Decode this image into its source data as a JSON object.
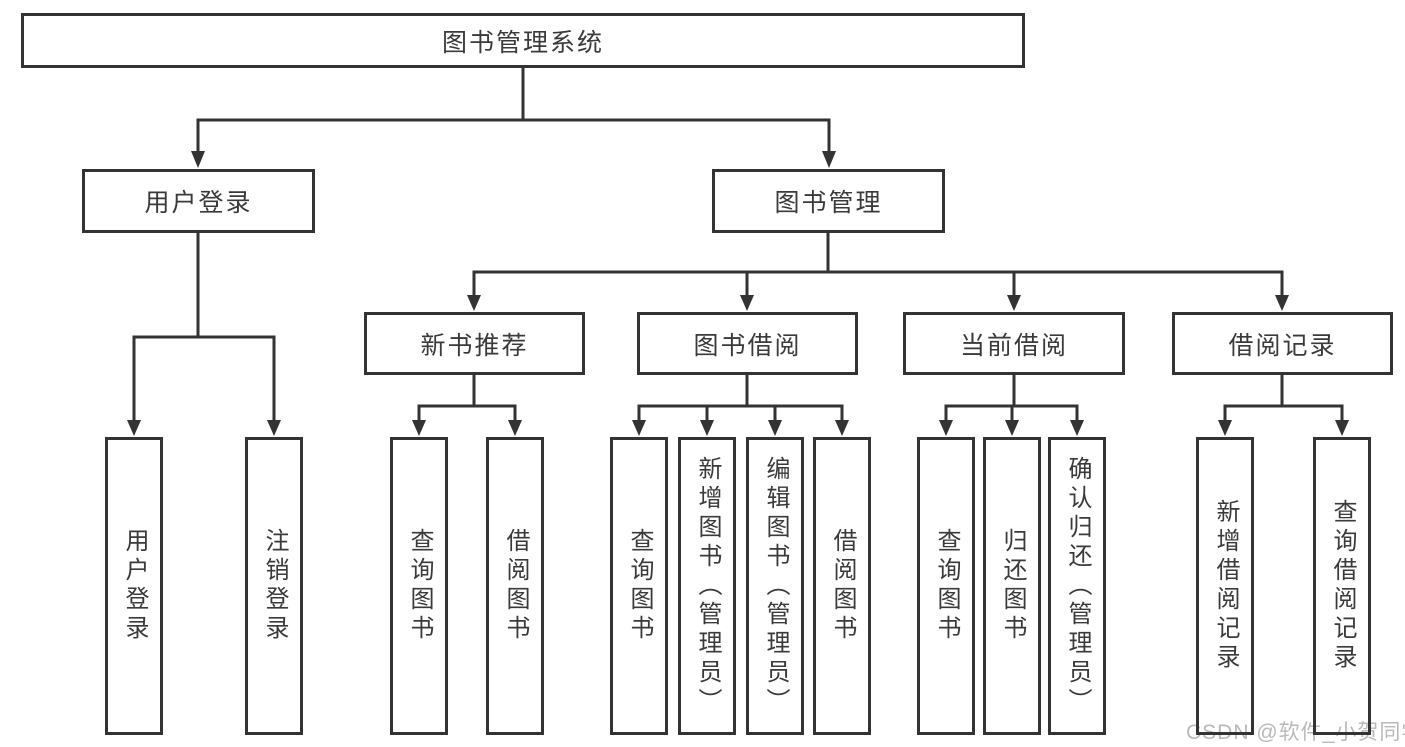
{
  "tree": {
    "root": {
      "label": "图书管理系统"
    },
    "user_login": {
      "label": "用户登录",
      "children": [
        {
          "label": "用户登录"
        },
        {
          "label": "注销登录"
        }
      ]
    },
    "book_management": {
      "label": "图书管理",
      "sections": [
        {
          "label": "新书推荐",
          "children": [
            {
              "label": "查询图书"
            },
            {
              "label": "借阅图书"
            }
          ]
        },
        {
          "label": "图书借阅",
          "children": [
            {
              "label": "查询图书"
            },
            {
              "label": "新增图书（管理员）"
            },
            {
              "label": "编辑图书（管理员）"
            },
            {
              "label": "借阅图书"
            }
          ]
        },
        {
          "label": "当前借阅",
          "children": [
            {
              "label": "查询图书"
            },
            {
              "label": "归还图书"
            },
            {
              "label": "确认归还（管理员）"
            }
          ]
        },
        {
          "label": "借阅记录",
          "children": [
            {
              "label": "新增借阅记录"
            },
            {
              "label": "查询借阅记录"
            }
          ]
        }
      ]
    }
  },
  "watermark": {
    "text": "CSDN @软件_小贺同学"
  },
  "colors": {
    "line": "#333333",
    "box_border": "#333333",
    "text": "#3a3a3a",
    "watermark": "#b9b9b9",
    "background": "#ffffff"
  }
}
